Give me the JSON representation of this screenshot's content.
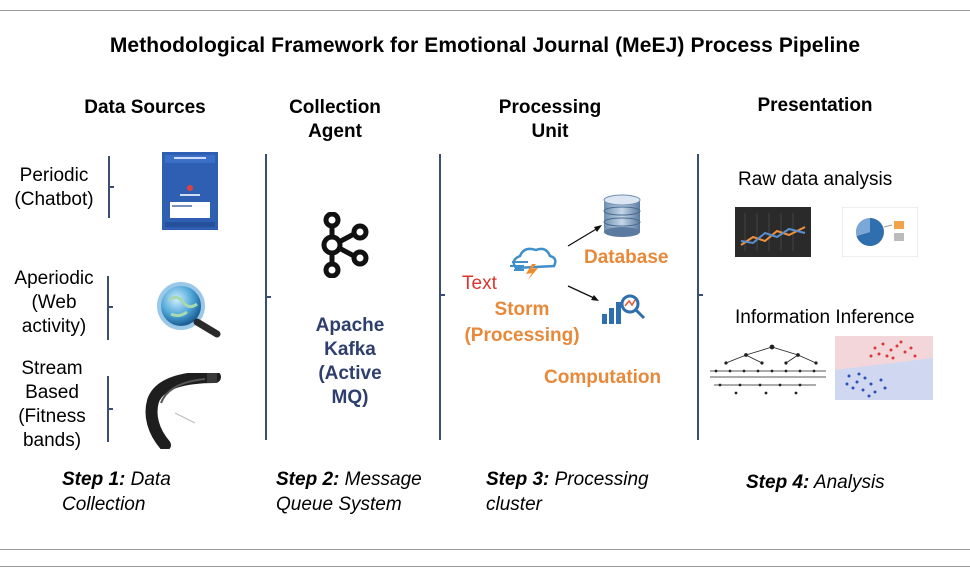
{
  "title": "Methodological Framework for Emotional Journal (MeEJ) Process Pipeline",
  "columns": {
    "data_sources": "Data Sources",
    "collection_agent": [
      "Collection",
      "Agent"
    ],
    "processing_unit": [
      "Processing",
      "Unit"
    ],
    "presentation": "Presentation"
  },
  "sources": {
    "periodic": [
      "Periodic",
      "(Chatbot)"
    ],
    "aperiodic": [
      "Aperiodic",
      "(Web",
      "activity)"
    ],
    "stream": [
      "Stream",
      "Based",
      "(Fitness",
      "bands)"
    ]
  },
  "kafka": [
    "Apache",
    "Kafka",
    "(Active",
    "MQ)"
  ],
  "processing": {
    "text": "Text",
    "storm": [
      "Storm",
      "(Processing)"
    ],
    "database": "Database",
    "computation": "Computation"
  },
  "presentation": {
    "raw": "Raw data analysis",
    "inference": "Information Inference"
  },
  "steps": [
    {
      "bold": "Step 1:",
      "rest": [
        " Data",
        "Collection"
      ]
    },
    {
      "bold": "Step 2:",
      "rest": [
        " Message",
        "Queue System"
      ]
    },
    {
      "bold": "Step 3:",
      "rest": [
        " Processing",
        "cluster"
      ]
    },
    {
      "bold": "Step 4:",
      "rest": [
        " Analysis"
      ]
    }
  ],
  "colors": {
    "accent_blue": "#2e3f6e",
    "accent_orange": "#e8893a",
    "text_red": "#d9342b",
    "divider": "#3b4d72"
  },
  "icons": [
    "chatbot-phone-icon",
    "web-magnifier-icon",
    "fitness-band-icon",
    "kafka-icon",
    "storm-icon",
    "database-icon",
    "analytics-icon",
    "line-chart-thumbnail",
    "pie-chart-thumbnail",
    "tree-diagram-thumbnail",
    "scatter-thumbnail"
  ]
}
